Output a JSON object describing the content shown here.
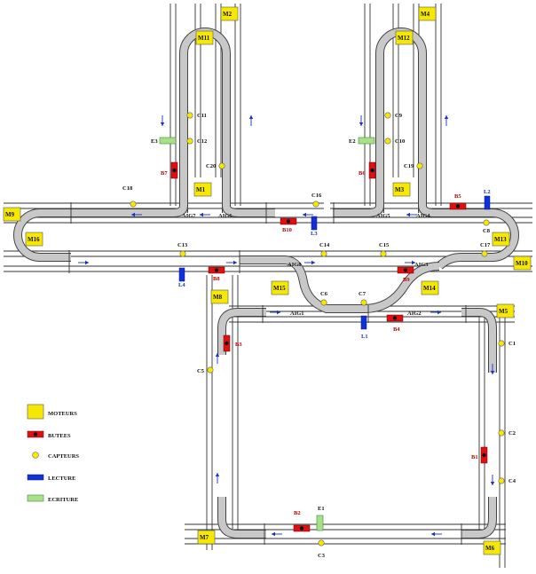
{
  "motors": [
    "M1",
    "M2",
    "M3",
    "M4",
    "M5",
    "M6",
    "M7",
    "M8",
    "M9",
    "M10",
    "M11",
    "M12",
    "M13",
    "M14",
    "M15",
    "M16"
  ],
  "sensors": [
    "C1",
    "C2",
    "C3",
    "C4",
    "C5",
    "C6",
    "C7",
    "C8",
    "C9",
    "C10",
    "C11",
    "C12",
    "C13",
    "C14",
    "C15",
    "C16",
    "C17",
    "C18",
    "C19",
    "C20"
  ],
  "switches": [
    "AIG1",
    "AIG2",
    "AIG3",
    "AIG4",
    "AIG5",
    "AIG6",
    "AIG7",
    "AIG8"
  ],
  "butees": [
    "B1",
    "B2",
    "B3",
    "B4",
    "B5",
    "B6",
    "B7",
    "B8",
    "B9",
    "B10"
  ],
  "lecteurs": [
    "L1",
    "L2",
    "L3",
    "L4"
  ],
  "ecritures": [
    "E1",
    "E2",
    "E3"
  ],
  "legend": {
    "moteurs": "MOTEURS",
    "butees": "BUTEES",
    "capteurs": "CAPTEURS",
    "lecture": "LECTURE",
    "ecriture": "ECRITURE"
  },
  "colors": {
    "motor": "#f6e800",
    "sensor": "#f6e800",
    "butee": "#e01010",
    "lecture": "#1030d8",
    "ecriture": "#a8e08a",
    "arrow": "#1a2fc0"
  }
}
